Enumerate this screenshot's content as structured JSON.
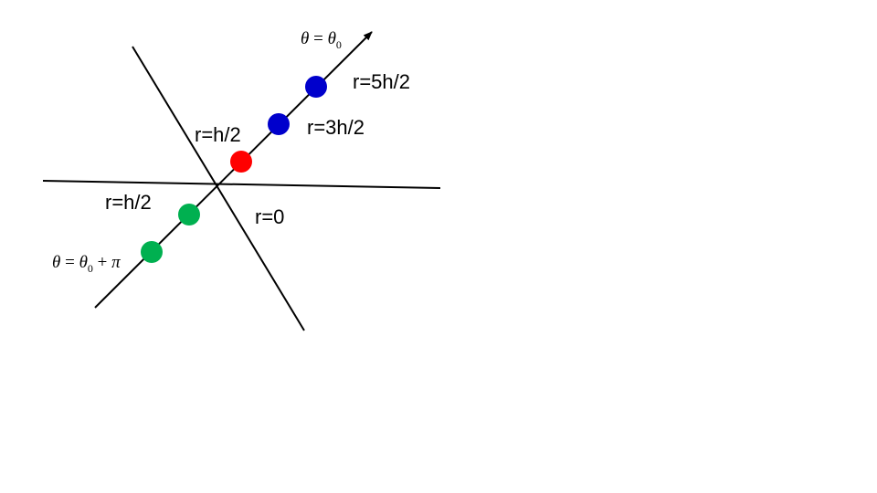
{
  "colors": {
    "line": "#000000",
    "red_point": "#ff0000",
    "blue_point": "#0000cc",
    "green_point": "#00b050"
  },
  "points": [
    {
      "label": "r=5h/2",
      "color": "blue"
    },
    {
      "label": "r=3h/2",
      "color": "blue"
    },
    {
      "label": "r=h/2",
      "color": "red"
    },
    {
      "label": "r=h/2",
      "color": "green"
    },
    {
      "label": null,
      "color": "green"
    }
  ],
  "origin_label": "r=0",
  "direction_top": {
    "theta": "θ",
    "equals": " = ",
    "theta0": "θ",
    "sub": "0"
  },
  "direction_bottom": {
    "theta": "θ",
    "equals": " = ",
    "theta0": "θ",
    "sub": "0",
    "plus": " + ",
    "pi": "π"
  }
}
